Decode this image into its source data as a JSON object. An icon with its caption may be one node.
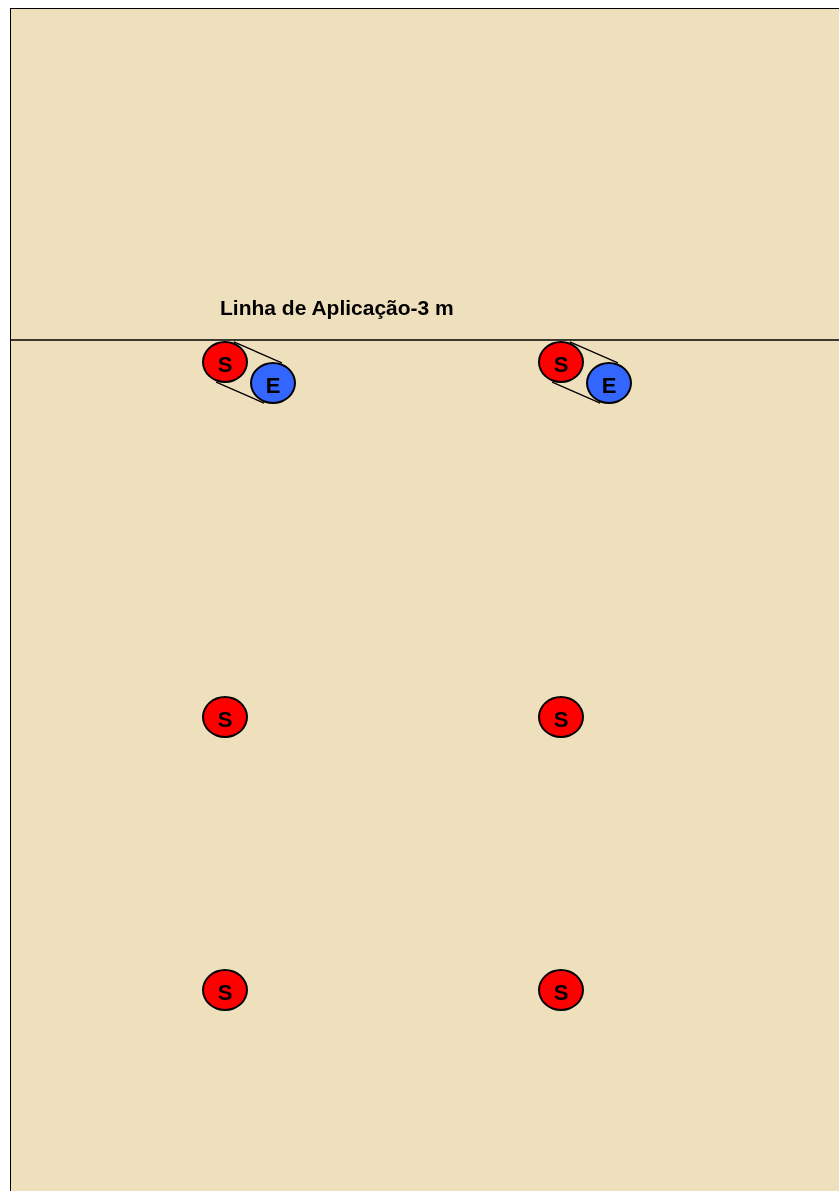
{
  "diagram": {
    "nodes": [
      {
        "text": [
          "S"
        ]
      },
      {
        "text": [
          "E"
        ]
      },
      {
        "text": [
          "S"
        ]
      },
      {
        "text": [
          "E"
        ]
      },
      {
        "text": [
          "S"
        ]
      },
      {
        "text": [
          "S"
        ]
      },
      {
        "text": [
          "S"
        ]
      },
      {
        "text": [
          "S"
        ]
      }
    ],
    "edges": [
      {
        "from": 0,
        "to": 1,
        "arrow": "none"
      },
      {
        "from": 2,
        "to": 3,
        "arrow": "none"
      }
    ],
    "labels": [
      "Linha de Aplicação-3 m"
    ]
  }
}
